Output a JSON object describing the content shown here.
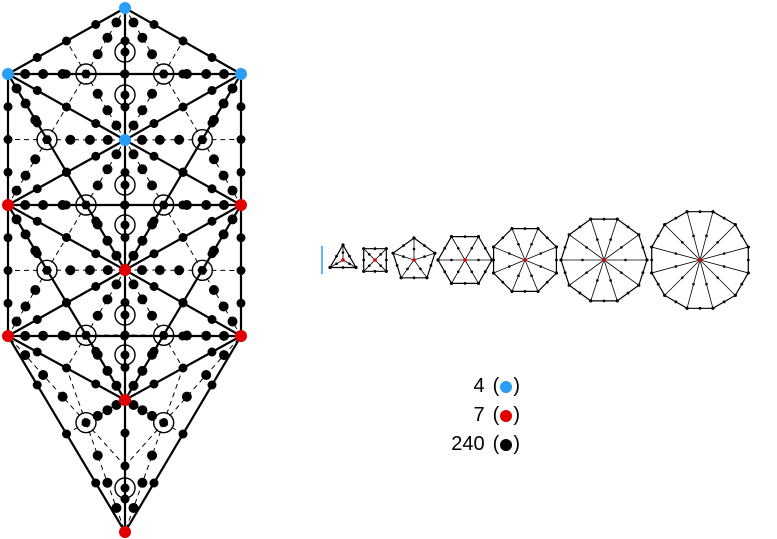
{
  "colors": {
    "blue": "#2a9df4",
    "red": "#e00000",
    "black": "#000000"
  },
  "legend": [
    {
      "count": "4",
      "color": "#2a9df4"
    },
    {
      "count": "7",
      "color": "#e00000"
    },
    {
      "count": "240",
      "color": "#000000"
    }
  ],
  "polygons": [
    3,
    4,
    5,
    6,
    8,
    10,
    12
  ]
}
